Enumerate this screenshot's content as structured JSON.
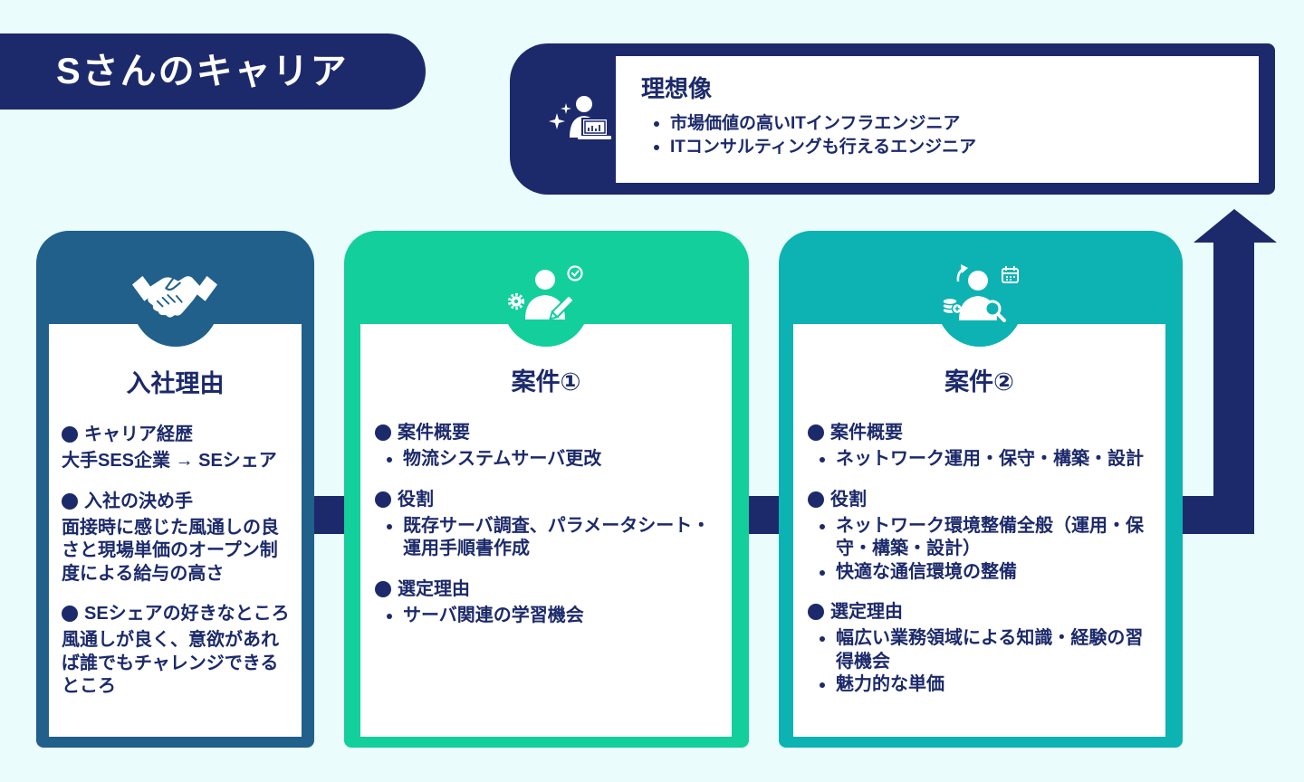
{
  "title": "Sさんのキャリア",
  "colors": {
    "background": "#ebfcfc",
    "navy": "#1c2a6b",
    "card_1": "#20608b",
    "card_2": "#12cf9c",
    "card_3": "#0db2b3",
    "panel": "#ffffff"
  },
  "ideal": {
    "icon": "person-laptop-sparkle-icon",
    "title": "理想像",
    "items": [
      "市場価値の高いITインフラエンジニア",
      "ITコンサルティングも行えるエンジニア"
    ]
  },
  "flow_arrow_icon": "arrow-up-icon",
  "cards": [
    {
      "icon": "handshake-icon",
      "title": "入社理由",
      "sections": [
        {
          "heading": "キャリア経歴",
          "lines": [
            "大手SES企業 → SEシェア"
          ]
        },
        {
          "heading": "入社の決め手",
          "lines": [
            "面接時に感じた風通しの良",
            "さと現場単価のオープン制",
            "度による給与の高さ"
          ]
        },
        {
          "heading": "SEシェアの好きなところ",
          "lines": [
            "風通しが良く、意欲があれ",
            "ば誰でもチャレンジできる",
            "ところ"
          ]
        }
      ]
    },
    {
      "icon": "person-pen-gear-clock-icon",
      "title": "案件①",
      "sections": [
        {
          "heading": "案件概要",
          "items": [
            [
              "物流システムサーバ更改"
            ]
          ]
        },
        {
          "heading": "役割",
          "items": [
            [
              "既存サーバ調査、パラメータシート・",
              "運用手順書作成"
            ]
          ]
        },
        {
          "heading": "選定理由",
          "items": [
            [
              "サーバ関連の学習機会"
            ]
          ]
        }
      ]
    },
    {
      "icon": "person-search-calendar-coins-icon",
      "title": "案件②",
      "sections": [
        {
          "heading": "案件概要",
          "items": [
            [
              "ネットワーク運用・保守・構築・設計"
            ]
          ]
        },
        {
          "heading": "役割",
          "items": [
            [
              "ネットワーク環境整備全般（運用・保",
              "守・構築・設計）"
            ],
            [
              "快適な通信環境の整備"
            ]
          ]
        },
        {
          "heading": "選定理由",
          "items": [
            [
              "幅広い業務領域による知識・経験の習",
              "得機会"
            ],
            [
              "魅力的な単価"
            ]
          ]
        }
      ]
    }
  ]
}
